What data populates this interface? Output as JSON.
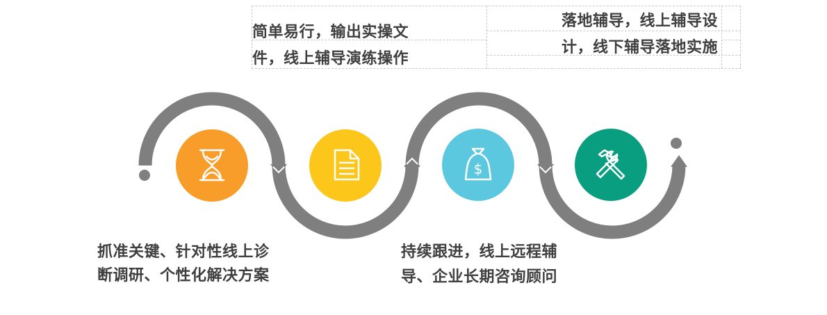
{
  "top_box": {
    "left_lines": [
      "简单易行，输出实操文",
      "件，线上辅导演练操作"
    ],
    "right_lines": [
      "落地辅导，线上辅导设",
      "计，线下辅导落地实施"
    ]
  },
  "bottom": {
    "left_lines": [
      "抓准关键、针对性线上诊",
      "断调研、个性化解决方案"
    ],
    "right_lines": [
      "持续跟进，线上远程辅",
      "导、企业长期咨询顾问"
    ]
  },
  "steps": [
    {
      "icon": "hourglass-icon",
      "color": "#F99D2A"
    },
    {
      "icon": "document-icon",
      "color": "#FDC61B"
    },
    {
      "icon": "money-bag-icon",
      "color": "#5BC8DF"
    },
    {
      "icon": "tools-icon",
      "color": "#0A9E80"
    }
  ],
  "arc_color": "#7F7F7F"
}
